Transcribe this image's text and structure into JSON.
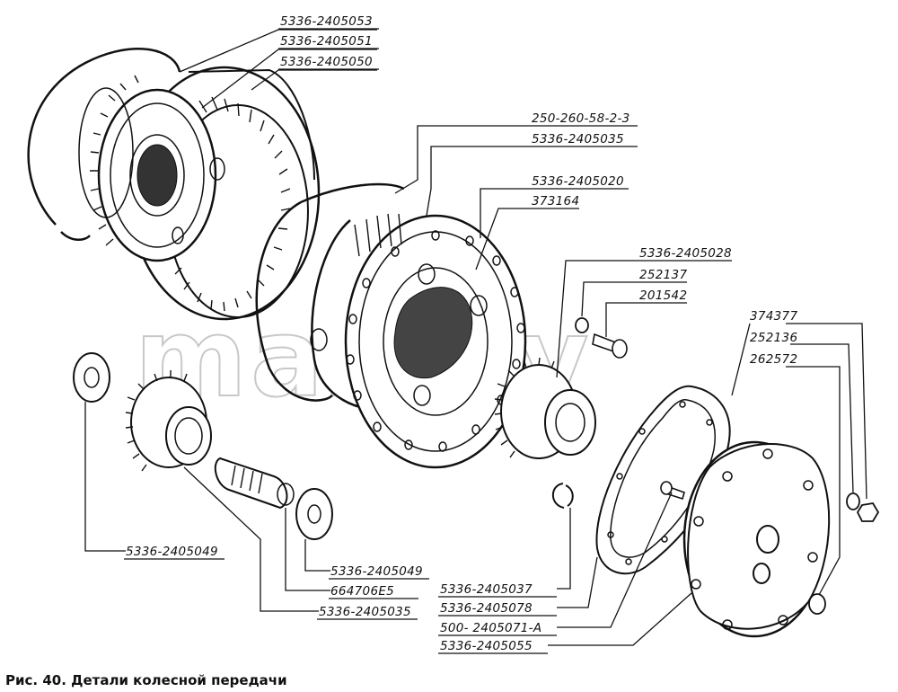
{
  "caption": "Рис. 40. Детали колесной передачи",
  "watermark": "maz.by",
  "labels": {
    "p5336_2405053": "5336-2405053",
    "p5336_2405051": "5336-2405051",
    "p5336_2405050": "5336-2405050",
    "p250_260_58_2_3": "250-260-58-2-3",
    "p5336_2405035_a": "5336-2405035",
    "p5336_2405020": "5336-2405020",
    "p373164": "373164",
    "p5336_2405028": "5336-2405028",
    "p252137": "252137",
    "p201542": "201542",
    "p374377": "374377",
    "p252136": "252136",
    "p262572": "262572",
    "p5336_2405049_a": "5336-2405049",
    "p5336_2405049_b": "5336-2405049",
    "p664706E5": "664706E5",
    "p5336_2405035_b": "5336-2405035",
    "p5336_2405037": "5336-2405037",
    "p5336_2405078": "5336-2405078",
    "p500_2405071_A": "500- 2405071-A",
    "p5336_2405055": "5336-2405055"
  }
}
